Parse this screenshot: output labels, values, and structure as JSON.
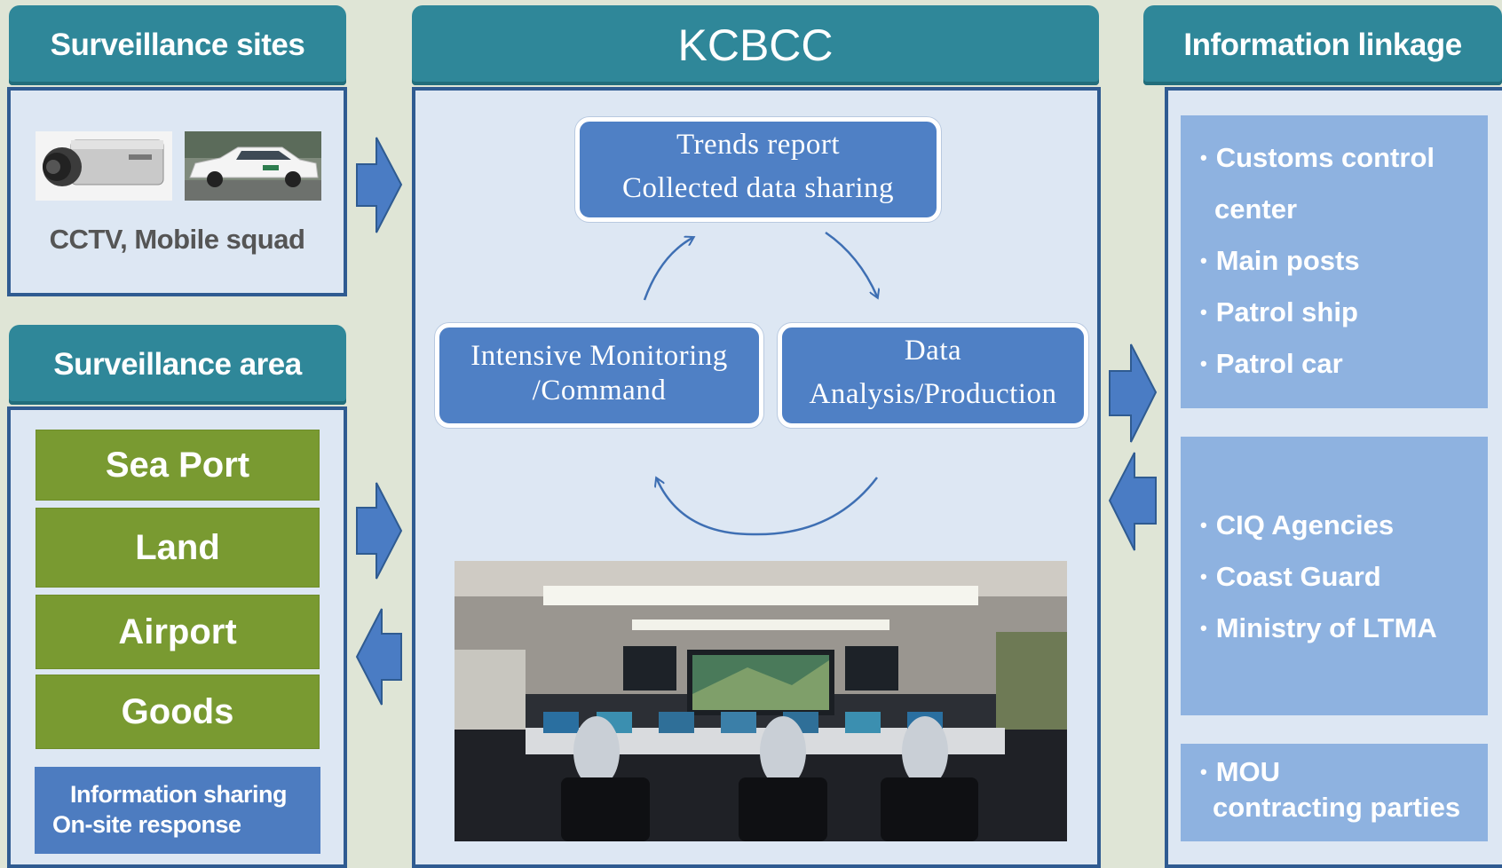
{
  "left": {
    "sites_header": "Surveillance sites",
    "sites_caption": "CCTV, Mobile squad",
    "area_header": "Surveillance area",
    "areas": [
      "Sea Port",
      "Land",
      "Airport",
      "Goods"
    ],
    "info_line1": "Information sharing",
    "info_line2": "On-site response"
  },
  "center": {
    "header": "KCBCC",
    "trends_line1": "Trends report",
    "trends_line2": "Collected data sharing",
    "monitor_line1": "Intensive Monitoring",
    "monitor_line2": "/Command",
    "data_line1": "Data",
    "data_line2": "Analysis/Production"
  },
  "right": {
    "header": "Information linkage",
    "group1": [
      "Customs control",
      "center",
      "Main posts",
      "Patrol ship",
      "Patrol car"
    ],
    "group2": [
      "CIQ Agencies",
      "Coast Guard",
      "Ministry of LTMA"
    ],
    "mou_line1": "MOU",
    "mou_line2": "contracting parties"
  },
  "colors": {
    "header_teal": "#2f8799",
    "panel_border": "#2f5b91",
    "area_green": "#799a31",
    "node_blue": "#4f80c5",
    "linkage_light_blue": "#8eb2e0",
    "arrow_blue": "#4a7cc4"
  },
  "icons": {
    "cctv": "cctv-camera-photo",
    "car": "patrol-car-photo",
    "room": "control-room-photo"
  }
}
